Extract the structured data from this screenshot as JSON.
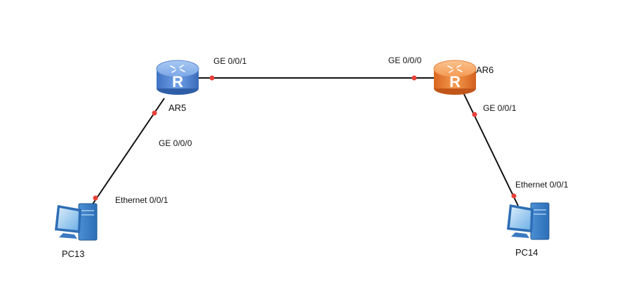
{
  "devices": {
    "ar5": {
      "name": "AR5",
      "icon": "router-icon",
      "color": "#5b8fd9"
    },
    "ar6": {
      "name": "AR6",
      "icon": "router-icon",
      "color": "#f08a3c"
    },
    "pc13": {
      "name": "PC13",
      "icon": "desktop-pc-icon"
    },
    "pc14": {
      "name": "PC14",
      "icon": "desktop-pc-icon"
    }
  },
  "links": [
    {
      "from": "AR5",
      "from_port": "GE 0/0/1",
      "to": "AR6",
      "to_port": "GE 0/0/0"
    },
    {
      "from": "AR5",
      "from_port": "GE 0/0/0",
      "to": "PC13",
      "to_port": "Ethernet 0/0/1"
    },
    {
      "from": "AR6",
      "from_port": "GE 0/0/1",
      "to": "PC14",
      "to_port": "Ethernet 0/0/1"
    }
  ],
  "colors": {
    "link": "#111111",
    "port_dot": "#e8413a"
  }
}
